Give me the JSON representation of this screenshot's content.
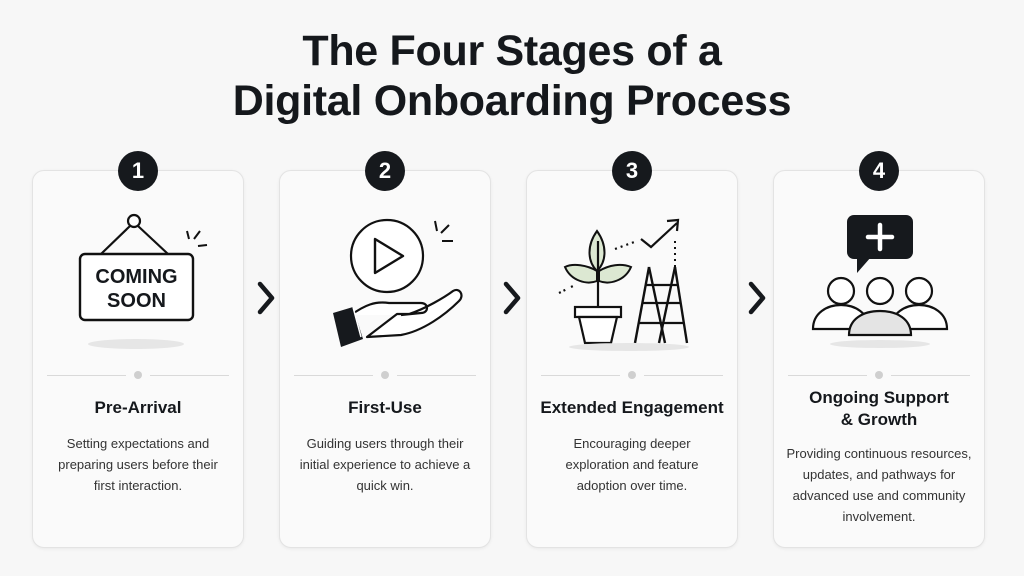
{
  "title": {
    "line1": "The Four Stages of a",
    "line2": "Digital Onboarding Process"
  },
  "stages": [
    {
      "number": "1",
      "icon": "coming-soon-sign-icon",
      "icon_text_line1": "COMING",
      "icon_text_line2": "SOON",
      "title": "Pre-Arrival",
      "description": "Setting expectations and preparing users before their first interaction."
    },
    {
      "number": "2",
      "icon": "hand-holding-play-button-icon",
      "title": "First-Use",
      "description": "Guiding users through their initial experience to achieve a quick win."
    },
    {
      "number": "3",
      "icon": "plant-ladder-growth-icon",
      "title": "Extended Engagement",
      "description": "Encouraging deeper exploration and feature adoption over time."
    },
    {
      "number": "4",
      "icon": "community-support-icon",
      "title": "Ongoing Support & Growth",
      "description": "Providing continuous resources, updates, and pathways for advanced use and community involvement."
    }
  ],
  "connectors": [
    "chevron-right-icon",
    "chevron-right-icon",
    "chevron-right-icon"
  ],
  "colors": {
    "background": "#f7f7f7",
    "card": "#fafafa",
    "badge": "#16191d",
    "leaf": "#dce8d2",
    "text": "#15181c"
  }
}
